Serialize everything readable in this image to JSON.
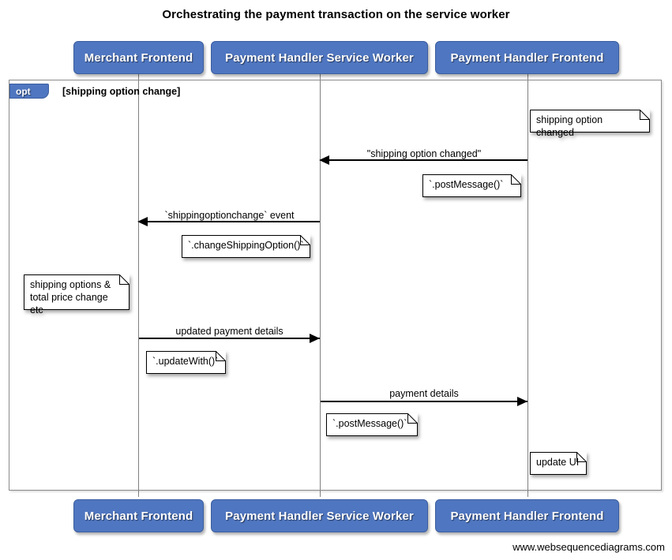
{
  "diagram": {
    "title": "Orchestrating the payment transaction on the service worker",
    "footer_url": "www.websequencediagrams.com",
    "colors": {
      "participant_fill": "#4f76c0",
      "participant_border": "#3b5ea0",
      "participant_text": "#ffffff",
      "lifeline": "#808080",
      "frame_border": "#8a8a8a",
      "arrow": "#000000",
      "note_fill": "#ffffff",
      "note_border": "#000000"
    },
    "participants": [
      {
        "id": "merchant-frontend",
        "label": "Merchant Frontend"
      },
      {
        "id": "payment-handler-service-worker",
        "label": "Payment Handler Service Worker"
      },
      {
        "id": "payment-handler-frontend",
        "label": "Payment Handler Frontend"
      }
    ],
    "fragment": {
      "type": "opt",
      "tag_label": "opt",
      "guard": "[shipping option change]"
    },
    "messages": [
      {
        "id": "shipping-option-changed",
        "label": "\"shipping option changed\"",
        "from": "payment-handler-frontend",
        "to": "payment-handler-service-worker",
        "direction": "left"
      },
      {
        "id": "shippingoptionchange-event",
        "label": "`shippingoptionchange` event",
        "from": "payment-handler-service-worker",
        "to": "merchant-frontend",
        "direction": "left"
      },
      {
        "id": "updated-payment-details",
        "label": "updated payment details",
        "from": "merchant-frontend",
        "to": "payment-handler-service-worker",
        "direction": "right"
      },
      {
        "id": "payment-details",
        "label": "payment details",
        "from": "payment-handler-service-worker",
        "to": "payment-handler-frontend",
        "direction": "right"
      }
    ],
    "notes": [
      {
        "id": "note-shipping-option-changed",
        "text": "shipping option changed",
        "over": "payment-handler-frontend"
      },
      {
        "id": "note-postmessage-1",
        "text": "`.postMessage()`",
        "over": "payment-handler-service-worker"
      },
      {
        "id": "note-changeshippingoption",
        "text": "`.changeShippingOption()`",
        "over": "payment-handler-service-worker"
      },
      {
        "id": "note-shipping-options-total-price",
        "text": "shipping options &\ntotal price change etc",
        "over": "merchant-frontend"
      },
      {
        "id": "note-updatewith",
        "text": "`.updateWith()`",
        "over": "merchant-frontend"
      },
      {
        "id": "note-postmessage-2",
        "text": "`.postMessage()`",
        "over": "payment-handler-service-worker"
      },
      {
        "id": "note-update-ui",
        "text": "update UI",
        "over": "payment-handler-frontend"
      }
    ]
  }
}
